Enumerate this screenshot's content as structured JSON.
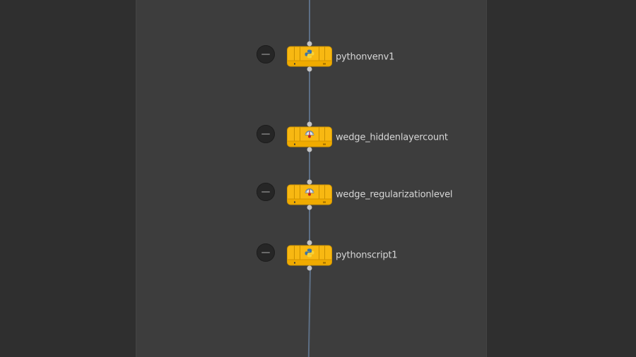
{
  "network": {
    "nodes": [
      {
        "name": "pythonvenv1",
        "icon": "python-icon",
        "type": "pythonvenv",
        "color": "#f8b812"
      },
      {
        "name": "wedge_hiddenlayercount",
        "icon": "wedge-gauge-icon",
        "type": "wedge",
        "color": "#f8b812"
      },
      {
        "name": "wedge_regularizationlevel",
        "icon": "wedge-gauge-icon",
        "type": "wedge",
        "color": "#f8b812"
      },
      {
        "name": "pythonscript1",
        "icon": "python-icon",
        "type": "pythonscript",
        "color": "#f8b812"
      }
    ],
    "colors": {
      "canvas_bg": "#3d3d3d",
      "side_bg": "#2f2f2f",
      "wire": "#5d6f85",
      "node_body": "#f8b812",
      "label": "#d6d6d6"
    }
  }
}
